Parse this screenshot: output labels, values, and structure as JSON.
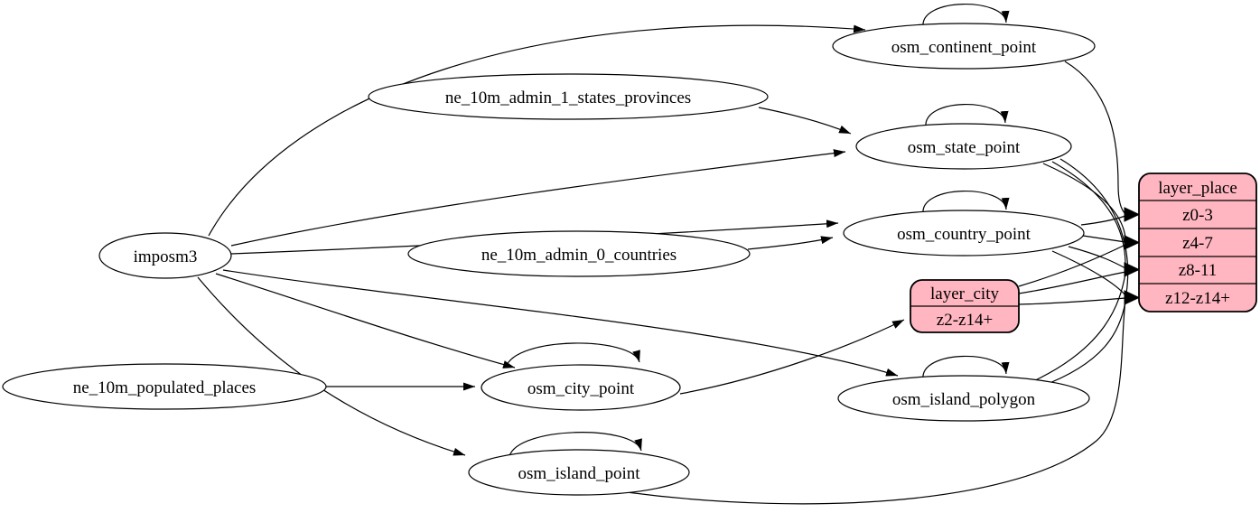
{
  "graph": {
    "background_color": "#ffffff",
    "node_fill_color": "#ffffff",
    "record_fill_color": "#ffb6c1",
    "stroke_color": "#000000",
    "nodes": {
      "imposm3": "imposm3",
      "ne_10m_admin_1_states_provinces": "ne_10m_admin_1_states_provinces",
      "ne_10m_admin_0_countries": "ne_10m_admin_0_countries",
      "ne_10m_populated_places": "ne_10m_populated_places",
      "osm_continent_point": "osm_continent_point",
      "osm_state_point": "osm_state_point",
      "osm_country_point": "osm_country_point",
      "osm_city_point": "osm_city_point",
      "osm_island_polygon": "osm_island_polygon",
      "osm_island_point": "osm_island_point"
    },
    "layers": {
      "layer_place": {
        "title": "layer_place",
        "rows": [
          "z0-3",
          "z4-7",
          "z8-11",
          "z12-z14+"
        ]
      },
      "layer_city": {
        "title": "layer_city",
        "rows": [
          "z2-z14+"
        ]
      }
    },
    "edges": [
      {
        "from": "imposm3",
        "to": "osm_continent_point"
      },
      {
        "from": "imposm3",
        "to": "osm_state_point"
      },
      {
        "from": "imposm3",
        "to": "osm_country_point"
      },
      {
        "from": "imposm3",
        "to": "osm_city_point"
      },
      {
        "from": "imposm3",
        "to": "osm_island_polygon"
      },
      {
        "from": "imposm3",
        "to": "osm_island_point"
      },
      {
        "from": "ne_10m_admin_1_states_provinces",
        "to": "osm_state_point"
      },
      {
        "from": "ne_10m_admin_0_countries",
        "to": "osm_country_point"
      },
      {
        "from": "ne_10m_populated_places",
        "to": "osm_city_point"
      },
      {
        "from": "osm_continent_point",
        "to": "osm_continent_point"
      },
      {
        "from": "osm_state_point",
        "to": "osm_state_point"
      },
      {
        "from": "osm_country_point",
        "to": "osm_country_point"
      },
      {
        "from": "osm_city_point",
        "to": "osm_city_point"
      },
      {
        "from": "osm_island_polygon",
        "to": "osm_island_polygon"
      },
      {
        "from": "osm_island_point",
        "to": "osm_island_point"
      },
      {
        "from": "osm_continent_point",
        "to": "layer_place:z0-3"
      },
      {
        "from": "osm_country_point",
        "to": "layer_place:z0-3"
      },
      {
        "from": "osm_country_point",
        "to": "layer_place:z4-7"
      },
      {
        "from": "osm_country_point",
        "to": "layer_place:z8-11"
      },
      {
        "from": "osm_country_point",
        "to": "layer_place:z12-z14+"
      },
      {
        "from": "osm_state_point",
        "to": "layer_place:z4-7"
      },
      {
        "from": "osm_state_point",
        "to": "layer_place:z8-11"
      },
      {
        "from": "osm_state_point",
        "to": "layer_place:z12-z14+"
      },
      {
        "from": "layer_city",
        "to": "layer_place:z4-7"
      },
      {
        "from": "layer_city",
        "to": "layer_place:z8-11"
      },
      {
        "from": "layer_city",
        "to": "layer_place:z12-z14+"
      },
      {
        "from": "osm_island_polygon",
        "to": "layer_place:z8-11"
      },
      {
        "from": "osm_island_polygon",
        "to": "layer_place:z12-z14+"
      },
      {
        "from": "osm_island_point",
        "to": "layer_place:z12-z14+"
      },
      {
        "from": "osm_city_point",
        "to": "layer_city:z2-z14+"
      }
    ]
  }
}
